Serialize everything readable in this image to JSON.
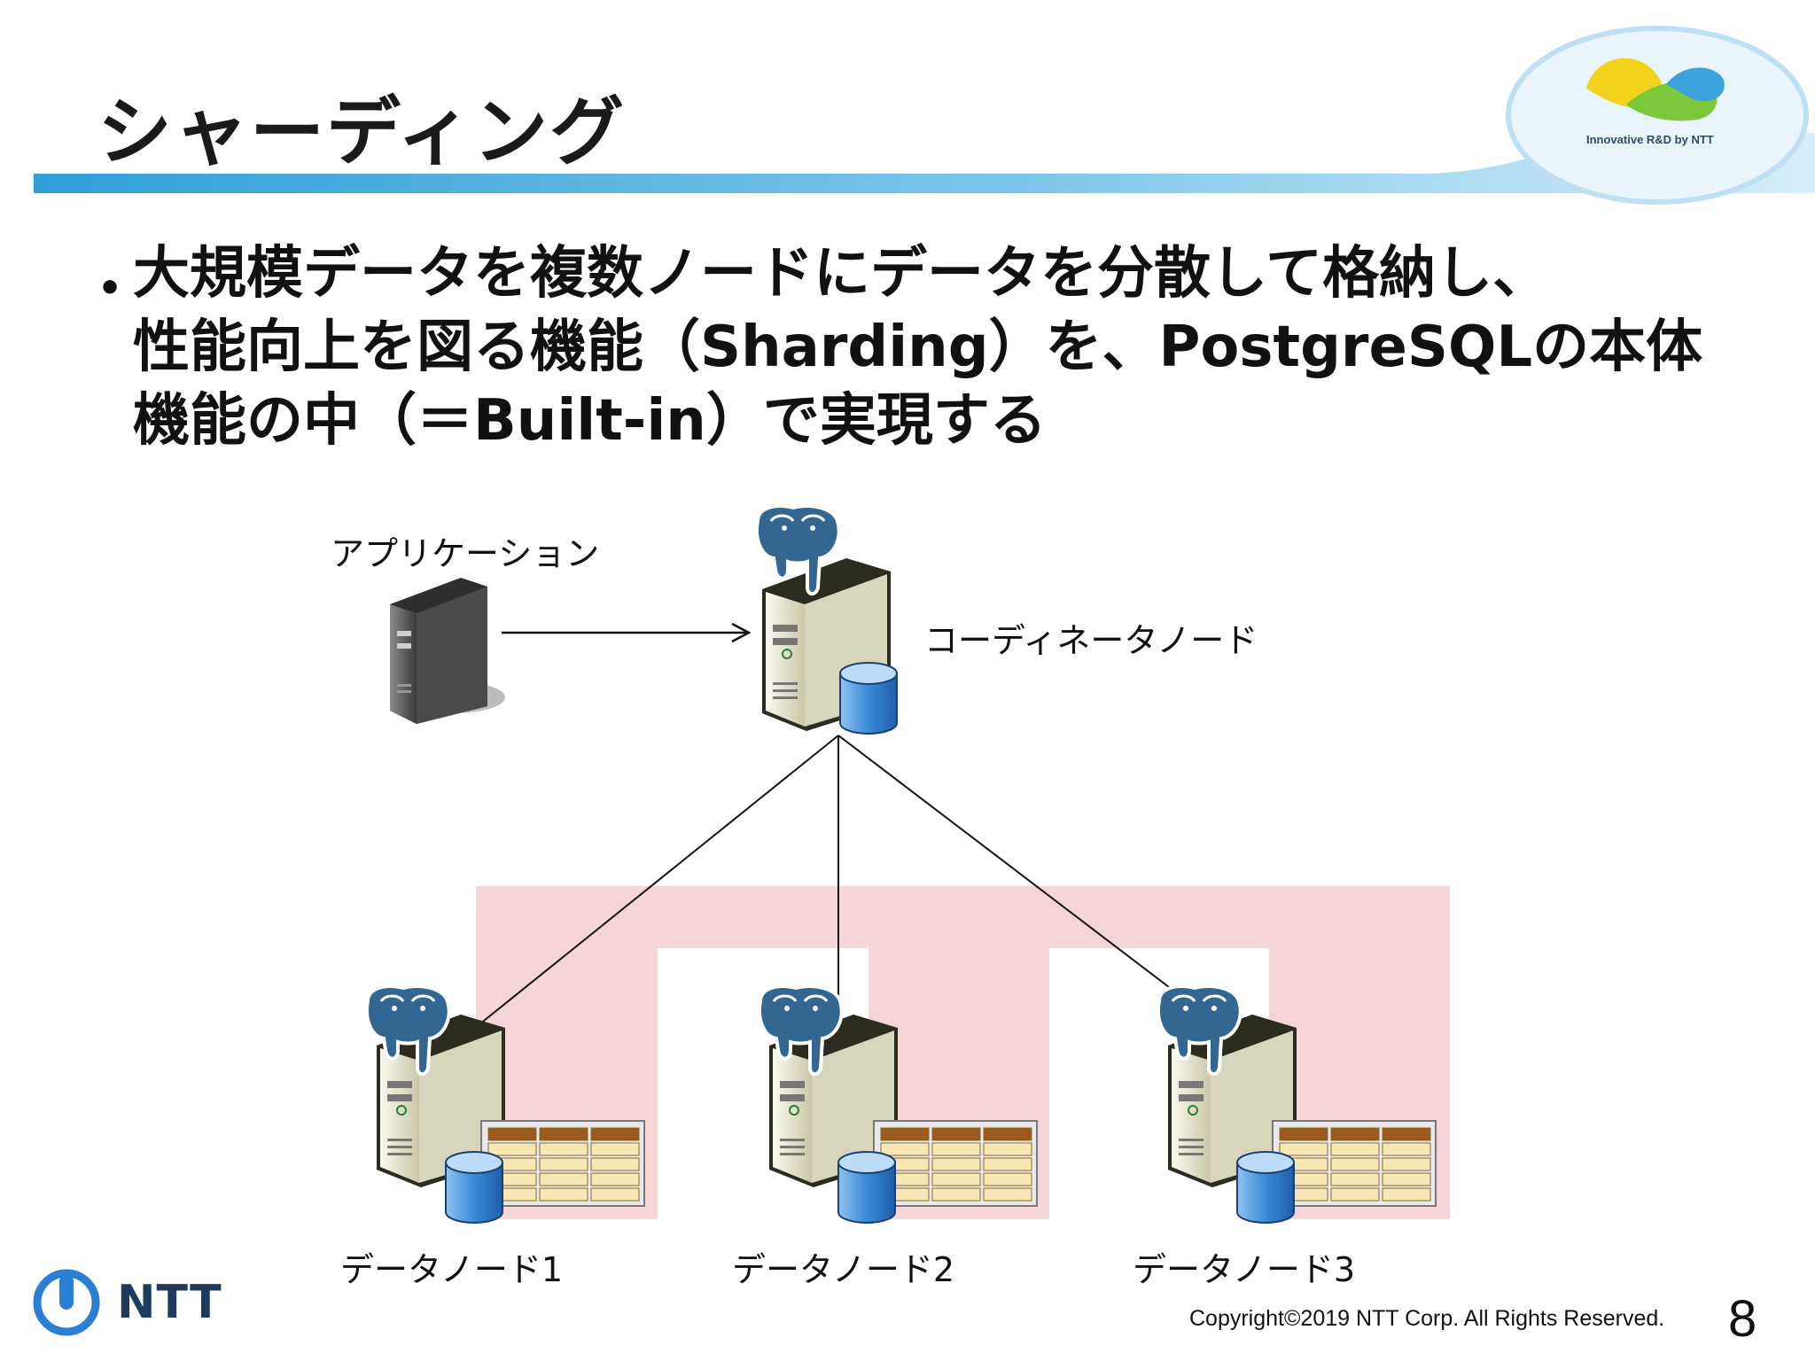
{
  "slide": {
    "title": "シャーディング",
    "bullet_lines": [
      "大規模データを複数ノードにデータを分散して格納し、",
      "性能向上を図る機能（Sharding）を、PostgreSQLの本体",
      "機能の中（＝Built-in）で実現する"
    ],
    "brand_tagline": "Innovative R&D by NTT",
    "company_logo_text": "NTT",
    "copyright": "Copyright©2019  NTT Corp. All Rights Reserved.",
    "page_number": "8"
  },
  "diagram": {
    "application_label": "アプリケーション",
    "coordinator_label": "コーディネータノード",
    "data_nodes": [
      {
        "label": "データノード1"
      },
      {
        "label": "データノード2"
      },
      {
        "label": "データノード3"
      }
    ]
  },
  "colors": {
    "header_bar": "#3fa9dc",
    "pink_region": "#f5d5d7",
    "pg_blue": "#336791",
    "server_body": "#e8e6d0",
    "db_blue": "#2f7fcf",
    "table_header": "#9b5a1a",
    "table_cell": "#f7e7b5"
  }
}
